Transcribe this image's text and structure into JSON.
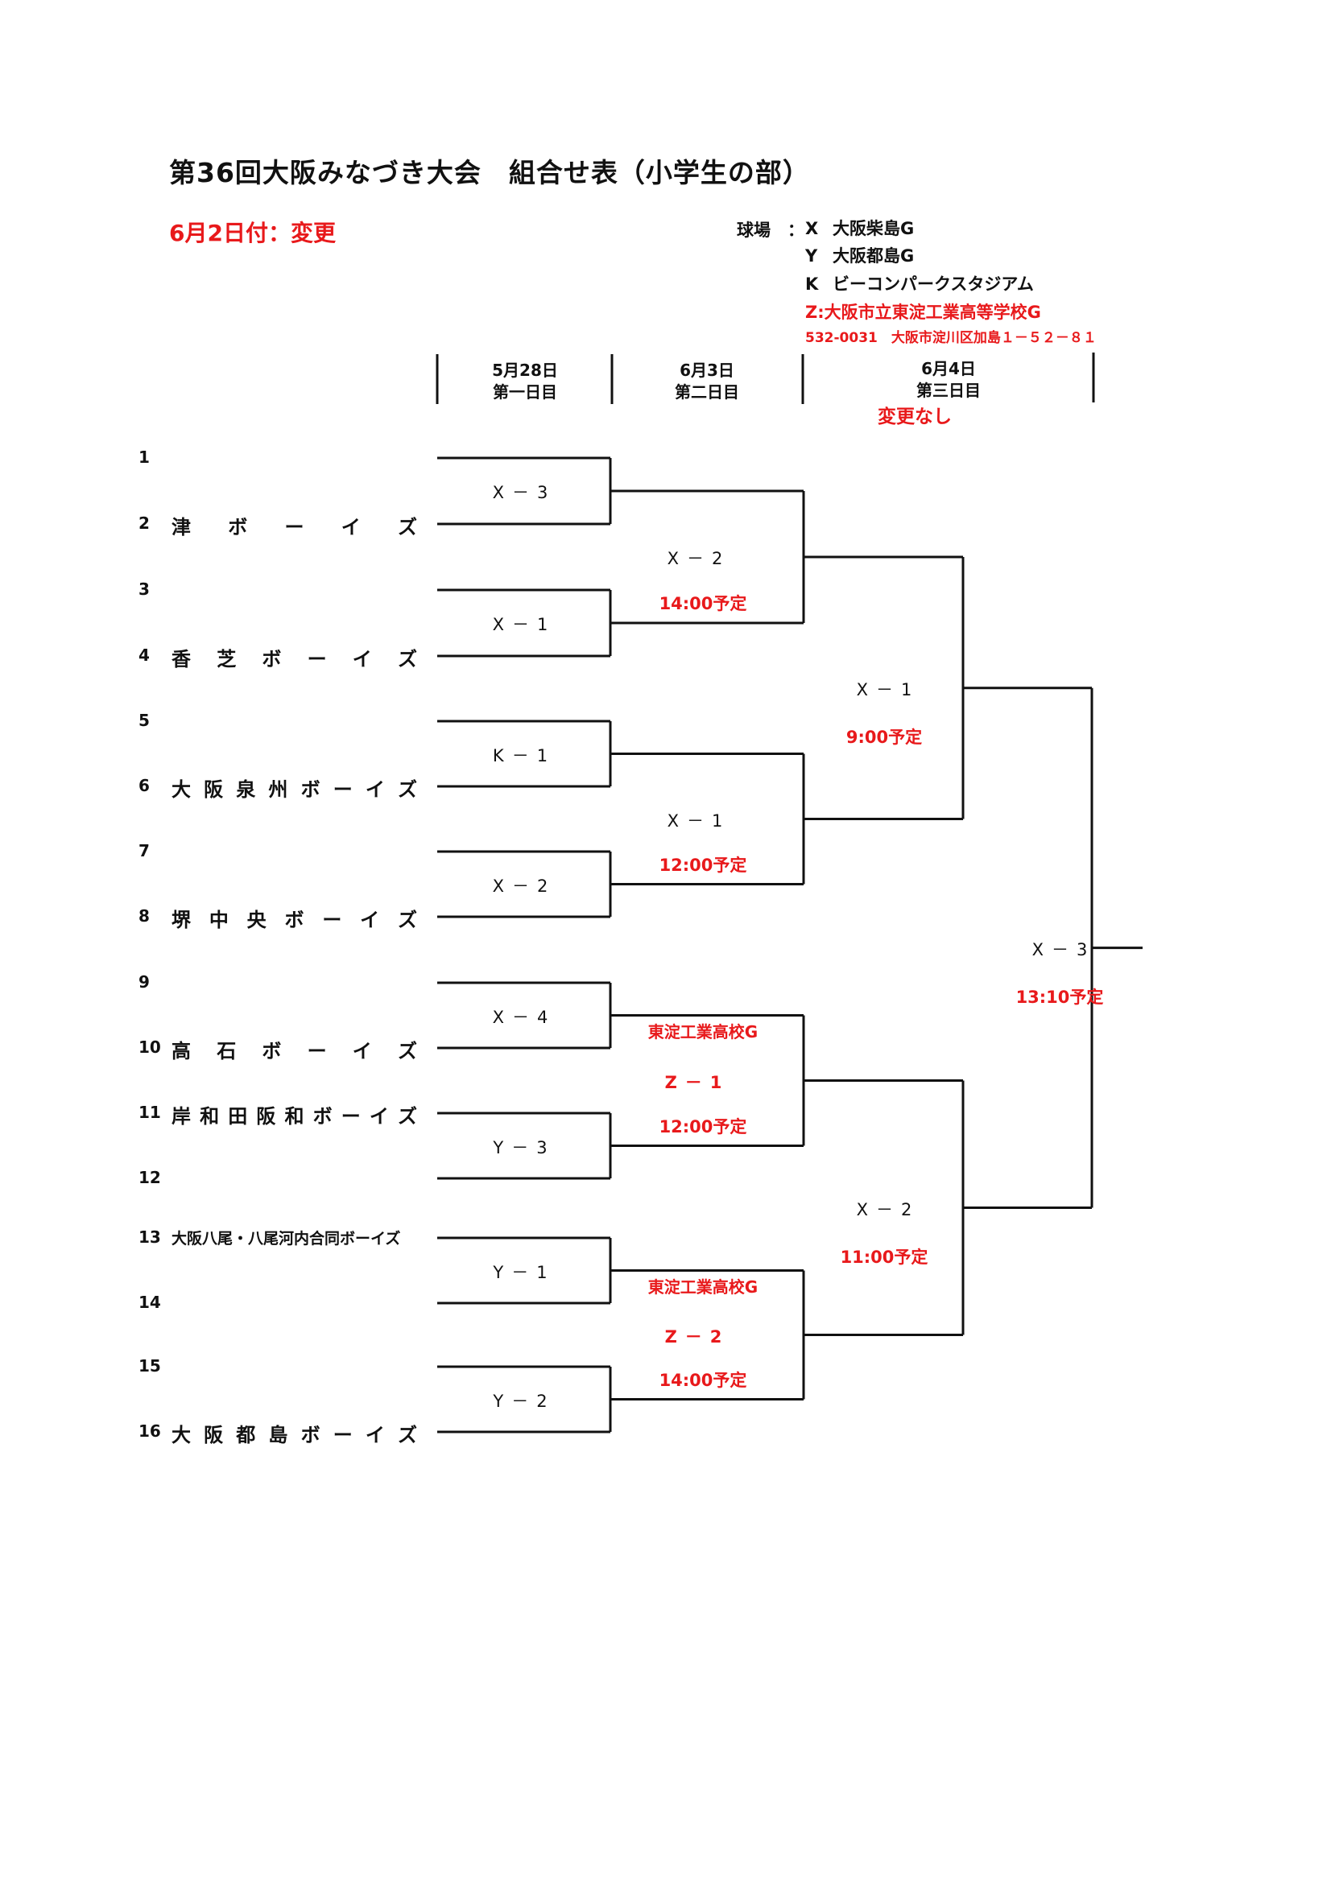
{
  "title": "第36回大阪みなづき大会　組合せ表（小学生の部）",
  "update_notice": "6月2日付：変更",
  "venues": {
    "label": "球場　：",
    "items": [
      {
        "code": "X",
        "name": "大阪柴島G",
        "highlight": false
      },
      {
        "code": "Y",
        "name": "大阪都島G",
        "highlight": false
      },
      {
        "code": "K",
        "name": "ビーコンパークスタジアム",
        "highlight": false
      },
      {
        "code": "Z:",
        "name": "大阪市立東淀工業高等学校G",
        "highlight": true
      }
    ],
    "address": "532-0031　大阪市淀川区加島１－５２－８１"
  },
  "rounds": [
    {
      "date": "5月28日",
      "day": "第一日目"
    },
    {
      "date": "6月3日",
      "day": "第二日目"
    },
    {
      "date": "6月4日",
      "day": "第三日目",
      "note": "変更なし"
    }
  ],
  "teams": [
    {
      "seed": "1",
      "name": ""
    },
    {
      "seed": "2",
      "name": "津ボーイズ"
    },
    {
      "seed": "3",
      "name": ""
    },
    {
      "seed": "4",
      "name": "香芝ボーイズ"
    },
    {
      "seed": "5",
      "name": ""
    },
    {
      "seed": "6",
      "name": "大阪泉州ボーイズ"
    },
    {
      "seed": "7",
      "name": ""
    },
    {
      "seed": "8",
      "name": "堺中央ボーイズ"
    },
    {
      "seed": "9",
      "name": ""
    },
    {
      "seed": "10",
      "name": "高石ボーイズ"
    },
    {
      "seed": "11",
      "name": "岸和田阪和ボーイズ"
    },
    {
      "seed": "12",
      "name": ""
    },
    {
      "seed": "13",
      "name": "大阪八尾・八尾河内合同ボーイズ"
    },
    {
      "seed": "14",
      "name": ""
    },
    {
      "seed": "15",
      "name": ""
    },
    {
      "seed": "16",
      "name": "大阪都島ボーイズ"
    }
  ],
  "games": {
    "round1": [
      {
        "game": "X－3"
      },
      {
        "game": "X－1"
      },
      {
        "game": "K－1"
      },
      {
        "game": "X－2"
      },
      {
        "game": "X－4"
      },
      {
        "game": "Y－3"
      },
      {
        "game": "Y－1"
      },
      {
        "game": "Y－2"
      }
    ],
    "round2": [
      {
        "game": "X－2",
        "time": "14:00予定"
      },
      {
        "game": "X－1",
        "time": "12:00予定"
      },
      {
        "venue": "東淀工業高校G",
        "game": "Z－1",
        "time": "12:00予定",
        "game_red": true
      },
      {
        "venue": "東淀工業高校G",
        "game": "Z－2",
        "time": "14:00予定",
        "game_red": true
      }
    ],
    "round3": [
      {
        "game": "X－1",
        "time": "9:00予定"
      },
      {
        "game": "X－2",
        "time": "11:00予定"
      }
    ],
    "final": {
      "game": "X－3",
      "time": "13:10予定"
    }
  },
  "colors": {
    "accent_red": "#e8191b",
    "line": "#111111"
  }
}
